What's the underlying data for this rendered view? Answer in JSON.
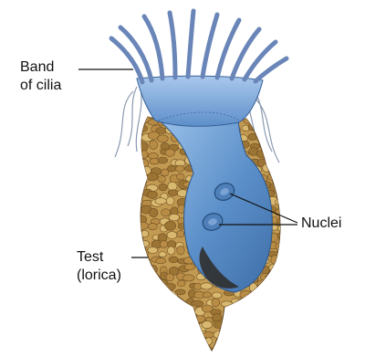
{
  "labels": {
    "band_of_cilia": [
      "Band",
      "of cilia"
    ],
    "nuclei": "Nuclei",
    "test": [
      "Test",
      "(lorica)"
    ]
  },
  "colors": {
    "body_blue": "#5b8fc9",
    "body_blue_light": "#9cc2ea",
    "test_tan": "#c29a52",
    "test_dark": "#5a3f1c",
    "cilia": "#6a86b8",
    "leader": "#111111",
    "nucleus": "#4f7fb8"
  }
}
